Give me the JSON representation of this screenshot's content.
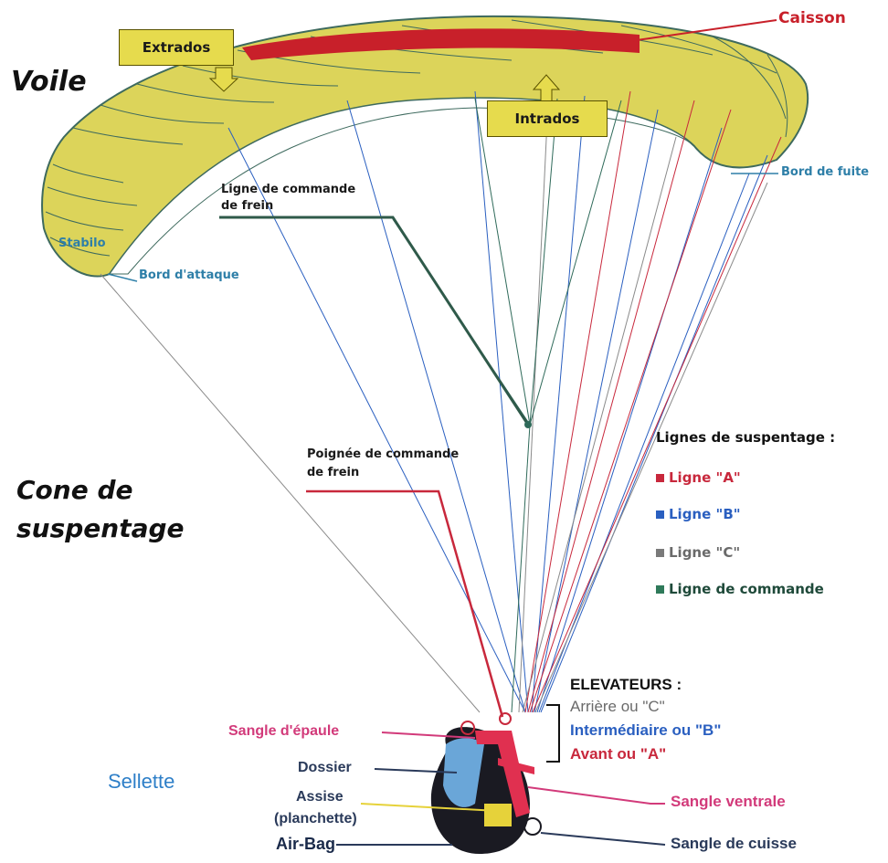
{
  "labels": {
    "voile": "Voile",
    "caisson": "Caisson",
    "extrados": "Extrados",
    "intrados": "Intrados",
    "bord_de_fuite": "Bord de fuite",
    "ligne_commande_frein_1": "Ligne de commande",
    "ligne_commande_frein_2": "de frein",
    "stabilo": "Stabilo",
    "bord_attaque": "Bord d'attaque",
    "cone_1": "Cone de",
    "cone_2": "suspentage",
    "poignee_1": "Poignée de commande",
    "poignee_2": "de frein",
    "sellette": "Sellette",
    "sangle_epaule": "Sangle d'épaule",
    "dossier": "Dossier",
    "assise_1": "Assise",
    "assise_2": "(planchette)",
    "air_bag": "Air-Bag",
    "sangle_ventrale": "Sangle ventrale",
    "sangle_cuisse": "Sangle de cuisse"
  },
  "legend": {
    "title": "Lignes de suspentage :",
    "items": [
      {
        "label": "Ligne \"A\"",
        "color": "#c8283c"
      },
      {
        "label": "Ligne \"B\"",
        "color": "#2a5fc0"
      },
      {
        "label": "Ligne \"C\"",
        "color": "#7a7a7a"
      },
      {
        "label": "Ligne de commande",
        "color": "#2f7a5a"
      }
    ]
  },
  "elevateurs": {
    "title": "ELEVATEURS :",
    "items": [
      {
        "label": "Arrière ou \"C\"",
        "color": "#6a6a6a"
      },
      {
        "label": "Intermédiaire ou \"B\"",
        "color": "#2a5fc0"
      },
      {
        "label": "Avant ou \"A\"",
        "color": "#c8283c"
      }
    ]
  },
  "colors": {
    "wing_fill": "#dcd45a",
    "wing_stroke": "#4a7a6a",
    "caisson": "#c8202a",
    "line_a": "#c8283c",
    "line_b": "#2a5fc0",
    "line_c": "#8a8a8a",
    "line_command": "#2f6a5a",
    "harness": "#1a1a22"
  }
}
